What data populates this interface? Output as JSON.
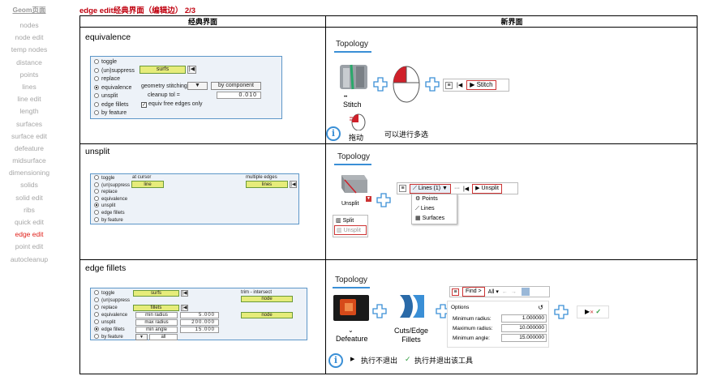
{
  "sidebar": {
    "title": "Geom页面",
    "items": [
      "nodes",
      "node edit",
      "temp nodes",
      "distance",
      "points",
      "lines",
      "line edit",
      "length",
      "surfaces",
      "surface edit",
      "defeature",
      "midsurface",
      "dimensioning",
      "solids",
      "solid edit",
      "ribs",
      "quick edit",
      "edge edit",
      "point edit",
      "autocleanup"
    ],
    "active": "edge edit"
  },
  "heading": "edge edit经典界面（编辑边） 2/3",
  "table": {
    "col_classic": "经典界面",
    "col_new": "新界面",
    "rows": [
      {
        "title": "equivalence",
        "classic": {
          "radios": [
            "toggle",
            "(un)suppress",
            "replace",
            "equivalence",
            "unsplit",
            "edge fillets",
            "by feature"
          ],
          "selected": "equivalence",
          "surfs": "surfs",
          "stitching_label": "geometry stitching:",
          "by_component": "by component",
          "cleanup_label": "cleanup tol =",
          "cleanup_value": "0.010",
          "equiv_free": "equiv free edges only"
        },
        "new": {
          "topology": "Topology",
          "stitch_label": "Stitch",
          "stitch_button": "Stitch",
          "drag_label": "拖动",
          "multiselect": "可以进行多选"
        }
      },
      {
        "title": "unsplit",
        "classic": {
          "radios": [
            "toggle",
            "(un)suppress",
            "replace",
            "equivalence",
            "unsplit",
            "edge fillets",
            "by feature"
          ],
          "selected": "unsplit",
          "at_cursor": "at cursor",
          "line": "line",
          "multiple_edges": "multiple edges",
          "lines": "lines"
        },
        "new": {
          "topology": "Topology",
          "unsplit_label": "Unsplit",
          "lines_dropdown": "Lines (1)",
          "unsplit_button": "Unsplit",
          "menu": [
            "Points",
            "Lines",
            "Surfaces"
          ],
          "split": "Split",
          "unsplit": "Unsplit"
        }
      },
      {
        "title": "edge fillets",
        "classic": {
          "radios": [
            "toggle",
            "(un)suppress",
            "replace",
            "equivalence",
            "unsplit",
            "edge fillets",
            "by feature"
          ],
          "selected": "edge fillets",
          "surfs": "surfs",
          "fillets": "fillets",
          "min_radius": "min radius",
          "min_radius_value": "5.000",
          "max_radius": "max radius",
          "max_radius_value": "200.000",
          "min_angle": "min angle",
          "min_angle_value": "15.000",
          "all": "all",
          "trim_intersect": "trim - intersect",
          "node1": "node",
          "node2": "node"
        },
        "new": {
          "topology": "Topology",
          "defeature": "Defeature",
          "cuts_fillets": "Cuts/Edge\nFillets",
          "find": "Find >",
          "all": "All",
          "options": "Options",
          "min_radius_label": "Minimum radius:",
          "min_radius_value": "1.000000",
          "max_radius_label": "Maximum radius:",
          "max_radius_value": "10.000000",
          "min_angle_label": "Minimum angle:",
          "min_angle_value": "15.000000",
          "exec_stay": "执行不退出",
          "exec_exit": "执行并退出该工具"
        }
      }
    ]
  },
  "colors": {
    "accent_red": "#c0000e",
    "blue": "#3a8fd6",
    "yellow_btn": "#e6ec7a"
  }
}
